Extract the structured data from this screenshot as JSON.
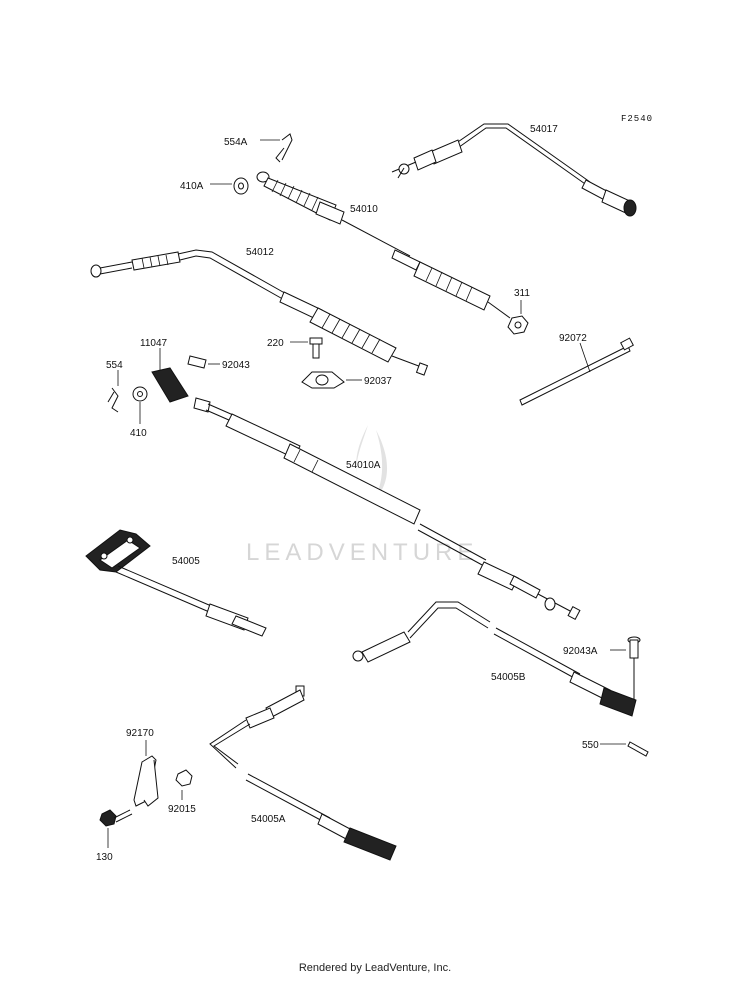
{
  "diagram_code": "F2540",
  "watermark": "LEADVENTURE",
  "footer": "Rendered by LeadVenture, Inc.",
  "labels": {
    "p554A": "554A",
    "p410A": "410A",
    "p54010": "54010",
    "p54017": "54017",
    "p54012": "54012",
    "p311": "311",
    "p11047": "11047",
    "p92043": "92043",
    "p220": "220",
    "p92037": "92037",
    "p554": "554",
    "p410": "410",
    "p92072": "92072",
    "p54010A": "54010A",
    "p54005": "54005",
    "p92043A": "92043A",
    "p54005B": "54005B",
    "p550": "550",
    "p92170": "92170",
    "p92015": "92015",
    "p130": "130",
    "p54005A": "54005A"
  }
}
